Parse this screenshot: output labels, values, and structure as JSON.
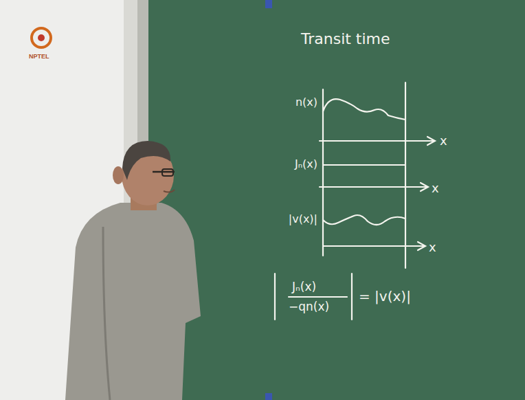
{
  "diagram": {
    "title": "Transit time",
    "labels": [
      "NPTEL",
      "n(x)",
      "x",
      "Jₙ(x)",
      "x",
      "|v(x)|",
      "x",
      "Jₙ(x)",
      "−qn(x)",
      "= |v(x)|"
    ]
  }
}
